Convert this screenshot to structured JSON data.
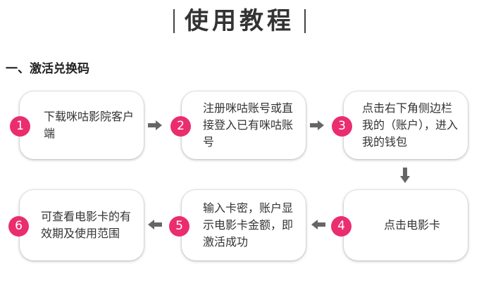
{
  "title": "使用教程",
  "section": "一、激活兑换码",
  "steps": [
    {
      "num": "1",
      "text": "下载咪咕影院客户端"
    },
    {
      "num": "2",
      "text": "注册咪咕账号或直接登入已有咪咕账号"
    },
    {
      "num": "3",
      "text": "点击右下角侧边栏我的（账户），进入我的钱包"
    },
    {
      "num": "4",
      "text": "点击电影卡"
    },
    {
      "num": "5",
      "text": "输入卡密，账户显示电影卡金额，即激活成功"
    },
    {
      "num": "6",
      "text": "可查看电影卡的有效期及使用范围"
    }
  ],
  "colors": {
    "accent": "#ea2d6f",
    "arrow": "#666666"
  },
  "icons": {
    "right": "arrow-right-icon",
    "down": "arrow-down-icon",
    "left": "arrow-left-icon"
  }
}
